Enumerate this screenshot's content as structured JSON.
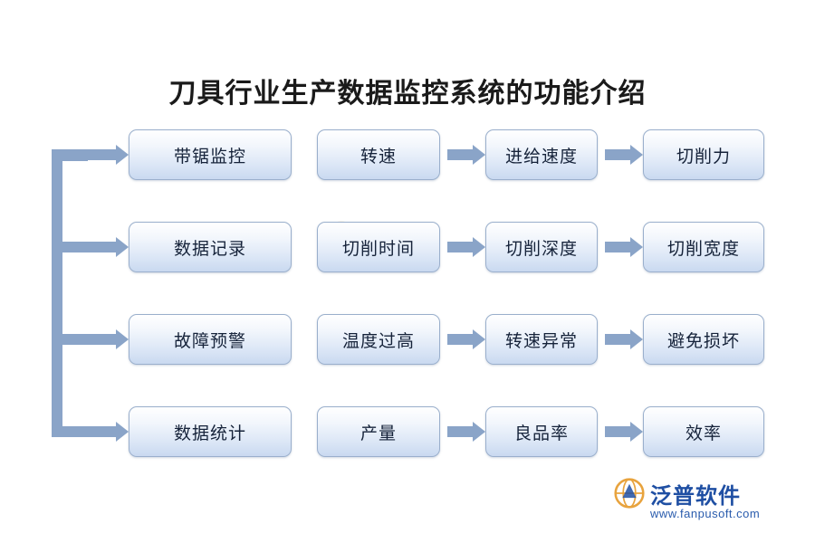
{
  "title": "刀具行业生产数据监控系统的功能介绍",
  "diagram": {
    "type": "flowchart",
    "rows": [
      {
        "label": "带锯监控",
        "items": [
          "带锯监控",
          "转速",
          "进给速度",
          "切削力"
        ],
        "arrows": [
          false,
          true,
          true
        ]
      },
      {
        "label": "数据记录",
        "items": [
          "数据记录",
          "切削时间",
          "切削深度",
          "切削宽度"
        ],
        "arrows": [
          false,
          true,
          true
        ]
      },
      {
        "label": "故障预警",
        "items": [
          "故障预警",
          "温度过高",
          "转速异常",
          "避免损坏"
        ],
        "arrows": [
          false,
          true,
          true
        ]
      },
      {
        "label": "数据统计",
        "items": [
          "数据统计",
          "产量",
          "良品率",
          "效率"
        ],
        "arrows": [
          false,
          true,
          true
        ]
      }
    ]
  },
  "watermark": {
    "text": "泛普软件"
  },
  "logo": {
    "name": "泛普软件",
    "url": "www.fanpusoft.com"
  },
  "colors": {
    "arrow": "#8aa4c8",
    "box_border": "#9aafcc",
    "box_fill": "#dbe6f6",
    "title_text": "#1a1a1a",
    "logo_blue": "#1f4fa3"
  }
}
